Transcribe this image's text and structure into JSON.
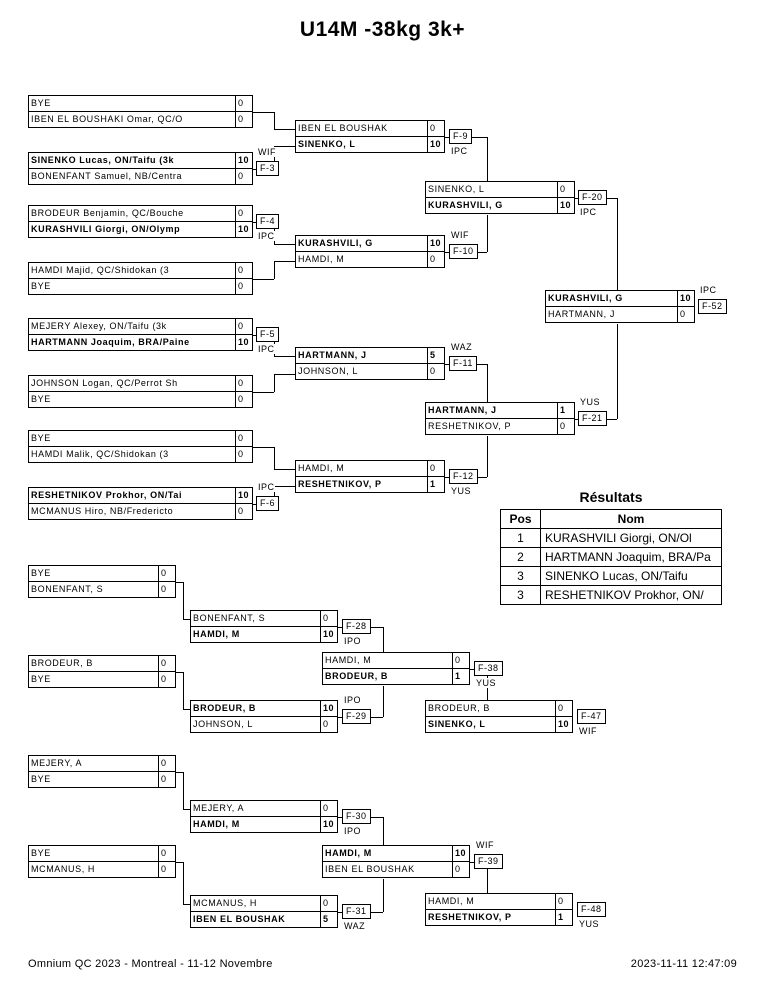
{
  "title": "U14M -38kg 3k+",
  "results": {
    "title": "Résultats",
    "col_pos": "Pos",
    "col_nom": "Nom",
    "rows": [
      [
        "1",
        "KURASHVILI Giorgi, ON/Ol"
      ],
      [
        "2",
        "HARTMANN Joaquim, BRA/Pa"
      ],
      [
        "3",
        "SINENKO Lucas, ON/Taifu"
      ],
      [
        "3",
        "RESHETNIKOV Prokhor, ON/"
      ]
    ]
  },
  "footer": {
    "left": "Omnium QC 2023 - Montreal - 11-12 Novembre",
    "right": "2023-11-11 12:47:09"
  },
  "matches": [
    {
      "id": "m1",
      "fight": null,
      "code": null,
      "players": [
        {
          "name": "BYE",
          "score": "0",
          "winner": false
        },
        {
          "name": "IBEN EL BOUSHAKI Omar, QC/O",
          "score": "0",
          "winner": false
        }
      ]
    },
    {
      "id": "m2",
      "fight": "F-3",
      "code": "WIF",
      "players": [
        {
          "name": "SINENKO Lucas, ON/Taifu (3k",
          "score": "10",
          "winner": true
        },
        {
          "name": "BONENFANT Samuel, NB/Centra",
          "score": "0",
          "winner": false
        }
      ]
    },
    {
      "id": "m3",
      "fight": "F-4",
      "code": "IPC",
      "players": [
        {
          "name": "BRODEUR Benjamin, QC/Bouche",
          "score": "0",
          "winner": false
        },
        {
          "name": "KURASHVILI Giorgi, ON/Olymp",
          "score": "10",
          "winner": true
        }
      ]
    },
    {
      "id": "m4",
      "fight": null,
      "code": null,
      "players": [
        {
          "name": "HAMDI Majid, QC/Shidokan (3",
          "score": "0",
          "winner": false
        },
        {
          "name": "BYE",
          "score": "0",
          "winner": false
        }
      ]
    },
    {
      "id": "m5",
      "fight": "F-5",
      "code": "IPC",
      "players": [
        {
          "name": "MEJERY Alexey, ON/Taifu (3k",
          "score": "0",
          "winner": false
        },
        {
          "name": "HARTMANN Joaquim, BRA/Paine",
          "score": "10",
          "winner": true
        }
      ]
    },
    {
      "id": "m6",
      "fight": null,
      "code": null,
      "players": [
        {
          "name": "JOHNSON Logan, QC/Perrot Sh",
          "score": "0",
          "winner": false
        },
        {
          "name": "BYE",
          "score": "0",
          "winner": false
        }
      ]
    },
    {
      "id": "m7",
      "fight": null,
      "code": null,
      "players": [
        {
          "name": "BYE",
          "score": "0",
          "winner": false
        },
        {
          "name": "HAMDI Malik, QC/Shidokan (3",
          "score": "0",
          "winner": false
        }
      ]
    },
    {
      "id": "m8",
      "fight": "F-6",
      "code": "IPC",
      "players": [
        {
          "name": "RESHETNIKOV Prokhor, ON/Tai",
          "score": "10",
          "winner": true
        },
        {
          "name": "MCMANUS Hiro, NB/Fredericto",
          "score": "0",
          "winner": false
        }
      ]
    },
    {
      "id": "m9",
      "fight": "F-9",
      "code": "IPC",
      "players": [
        {
          "name": "IBEN EL BOUSHAK",
          "score": "0",
          "winner": false
        },
        {
          "name": "SINENKO, L",
          "score": "10",
          "winner": true
        }
      ]
    },
    {
      "id": "m10",
      "fight": "F-10",
      "code": "WIF",
      "players": [
        {
          "name": "KURASHVILI, G",
          "score": "10",
          "winner": true
        },
        {
          "name": "HAMDI, M",
          "score": "0",
          "winner": false
        }
      ]
    },
    {
      "id": "m11",
      "fight": "F-11",
      "code": "WAZ",
      "players": [
        {
          "name": "HARTMANN, J",
          "score": "5",
          "winner": true
        },
        {
          "name": "JOHNSON, L",
          "score": "0",
          "winner": false
        }
      ]
    },
    {
      "id": "m12",
      "fight": "F-12",
      "code": "YUS",
      "players": [
        {
          "name": "HAMDI, M",
          "score": "0",
          "winner": false
        },
        {
          "name": "RESHETNIKOV, P",
          "score": "1",
          "winner": true
        }
      ]
    },
    {
      "id": "m13",
      "fight": "F-20",
      "code": "IPC",
      "players": [
        {
          "name": "SINENKO, L",
          "score": "0",
          "winner": false
        },
        {
          "name": "KURASHVILI, G",
          "score": "10",
          "winner": true
        }
      ]
    },
    {
      "id": "m14",
      "fight": "F-21",
      "code": "YUS",
      "players": [
        {
          "name": "HARTMANN, J",
          "score": "1",
          "winner": true
        },
        {
          "name": "RESHETNIKOV, P",
          "score": "0",
          "winner": false
        }
      ]
    },
    {
      "id": "m15",
      "fight": "F-52",
      "code": "IPC",
      "players": [
        {
          "name": "KURASHVILI, G",
          "score": "10",
          "winner": true
        },
        {
          "name": "HARTMANN, J",
          "score": "0",
          "winner": false
        }
      ]
    },
    {
      "id": "b1",
      "fight": null,
      "code": null,
      "players": [
        {
          "name": "BYE",
          "score": "0",
          "winner": false
        },
        {
          "name": "BONENFANT, S",
          "score": "0",
          "winner": false
        }
      ]
    },
    {
      "id": "b2",
      "fight": null,
      "code": null,
      "players": [
        {
          "name": "BRODEUR, B",
          "score": "0",
          "winner": false
        },
        {
          "name": "BYE",
          "score": "0",
          "winner": false
        }
      ]
    },
    {
      "id": "b3",
      "fight": null,
      "code": null,
      "players": [
        {
          "name": "MEJERY, A",
          "score": "0",
          "winner": false
        },
        {
          "name": "BYE",
          "score": "0",
          "winner": false
        }
      ]
    },
    {
      "id": "b4",
      "fight": null,
      "code": null,
      "players": [
        {
          "name": "BYE",
          "score": "0",
          "winner": false
        },
        {
          "name": "MCMANUS, H",
          "score": "0",
          "winner": false
        }
      ]
    },
    {
      "id": "b5",
      "fight": "F-28",
      "code": "IPO",
      "players": [
        {
          "name": "BONENFANT, S",
          "score": "0",
          "winner": false
        },
        {
          "name": "HAMDI, M",
          "score": "10",
          "winner": true
        }
      ]
    },
    {
      "id": "b6",
      "fight": "F-29",
      "code": "IPO",
      "players": [
        {
          "name": "BRODEUR, B",
          "score": "10",
          "winner": true
        },
        {
          "name": "JOHNSON, L",
          "score": "0",
          "winner": false
        }
      ]
    },
    {
      "id": "b7",
      "fight": "F-30",
      "code": "IPO",
      "players": [
        {
          "name": "MEJERY, A",
          "score": "0",
          "winner": false
        },
        {
          "name": "HAMDI, M",
          "score": "10",
          "winner": true
        }
      ]
    },
    {
      "id": "b8",
      "fight": "F-31",
      "code": "WAZ",
      "players": [
        {
          "name": "MCMANUS, H",
          "score": "0",
          "winner": false
        },
        {
          "name": "IBEN EL BOUSHAK",
          "score": "5",
          "winner": true
        }
      ]
    },
    {
      "id": "b9",
      "fight": "F-38",
      "code": "YUS",
      "players": [
        {
          "name": "HAMDI, M",
          "score": "0",
          "winner": false
        },
        {
          "name": "BRODEUR, B",
          "score": "1",
          "winner": true
        }
      ]
    },
    {
      "id": "b10",
      "fight": "F-39",
      "code": "WIF",
      "players": [
        {
          "name": "HAMDI, M",
          "score": "10",
          "winner": true
        },
        {
          "name": "IBEN EL BOUSHAK",
          "score": "0",
          "winner": false
        }
      ]
    },
    {
      "id": "b11",
      "fight": "F-47",
      "code": "WIF",
      "players": [
        {
          "name": "BRODEUR, B",
          "score": "0",
          "winner": false
        },
        {
          "name": "SINENKO, L",
          "score": "10",
          "winner": true
        }
      ]
    },
    {
      "id": "b12",
      "fight": "F-48",
      "code": "YUS",
      "players": [
        {
          "name": "HAMDI, M",
          "score": "0",
          "winner": false
        },
        {
          "name": "RESHETNIKOV, P",
          "score": "1",
          "winner": true
        }
      ]
    }
  ]
}
